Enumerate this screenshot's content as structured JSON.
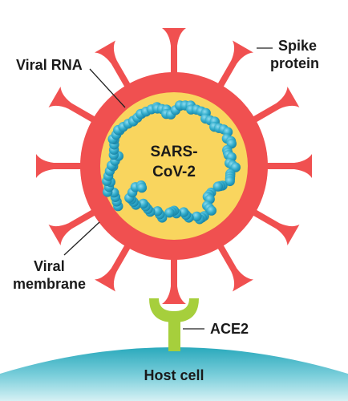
{
  "labels": {
    "virus_name_line1": "SARS-",
    "virus_name_line2": "CoV-2",
    "viral_rna": "Viral RNA",
    "spike_protein_line1": "Spike",
    "spike_protein_line2": "protein",
    "viral_membrane_line1": "Viral",
    "viral_membrane_line2": "membrane",
    "ace2": "ACE2",
    "host_cell": "Host cell"
  },
  "colors": {
    "membrane": "#f05050",
    "spike": "#f05050",
    "interior": "#f9d55e",
    "rna": "#2ea8c8",
    "rna_highlight": "#7fd3e8",
    "ace2": "#a6cf3c",
    "host_cell": "#38b3c4",
    "host_cell_light": "#cdeef2"
  },
  "spike_count": 12
}
